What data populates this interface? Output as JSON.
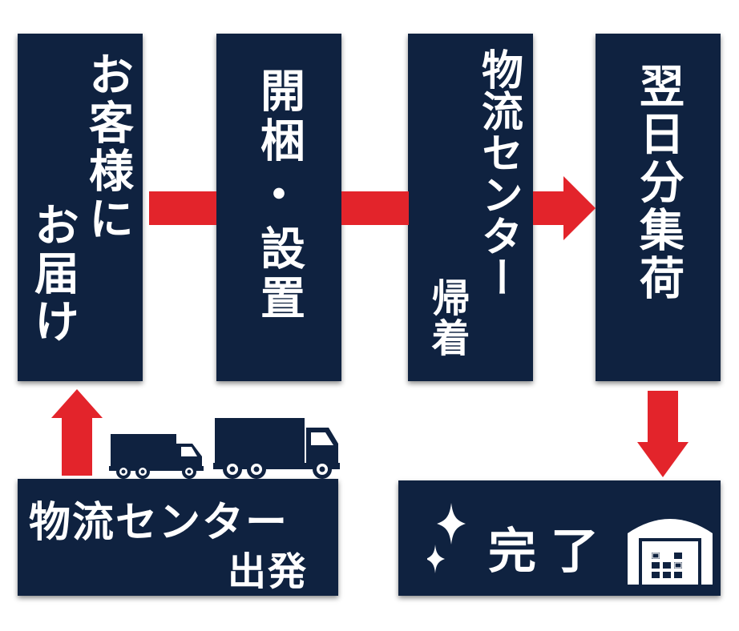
{
  "steps": {
    "delivery": {
      "col1": "お客様に",
      "col2": "お届け"
    },
    "unpack": {
      "line1": "開梱",
      "line2": "・",
      "line3": "設置"
    },
    "return_center": {
      "col1": "物流センター",
      "col2": "帰着"
    },
    "next_day": {
      "label": "翌日分集荷"
    },
    "depart": {
      "line1": "物流センター",
      "line2": "出発"
    },
    "complete": {
      "label": "完了"
    }
  },
  "colors": {
    "box": "#0f2240",
    "arrow": "#e3242b",
    "text": "#ffffff"
  },
  "icons": [
    "truck-icon",
    "sparkle-icon",
    "warehouse-icon"
  ]
}
